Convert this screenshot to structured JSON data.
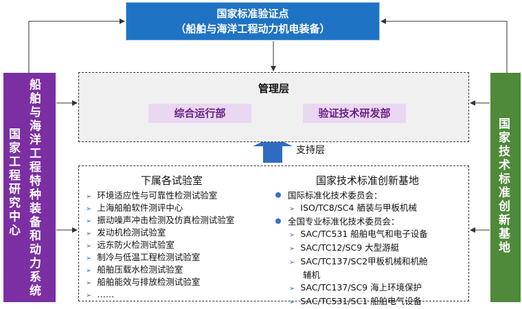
{
  "top_box": {
    "line1": "国家标准验证点",
    "line2": "（船舶与海洋工程动力机电装备）"
  },
  "left_bar": {
    "col1": [
      "国",
      "家",
      "工",
      "程",
      "研",
      "究",
      "中",
      "心"
    ],
    "col2": [
      "船",
      "舶",
      "与",
      "海",
      "洋",
      "工",
      "程",
      "特",
      "种",
      "装",
      "备",
      "和",
      "动",
      "力",
      "系",
      "统"
    ]
  },
  "right_bar": {
    "chars": [
      "国",
      "家",
      "技",
      "术",
      "标",
      "准",
      "创",
      "新",
      "基",
      "地"
    ]
  },
  "management": {
    "title": "管理层",
    "dept1": "综合运行部",
    "dept2": "验证技术研发部"
  },
  "support_label": "支持层",
  "labs": {
    "title": "下属各试验室",
    "items": [
      "环境适应性与可靠性检测试验室",
      "上海船舶软件测评中心",
      "振动噪声冲击检测及仿真检测试验室",
      "发动机检测试验室",
      "远东防火检测试验室",
      "制冷与低温工程检测试验室",
      "船舶压载水检测试验室",
      "船舶能效与排放检测试验室",
      "……"
    ]
  },
  "standards": {
    "title": "国家技术标准创新基地",
    "group1": {
      "label": "国际标准化技术委员会：",
      "items": [
        "ISO/TC8/SC4 舾装与甲板机械"
      ]
    },
    "group2": {
      "label": "全国专业标准化技术委员会：",
      "items": [
        "SAC/TC531 船舶电气和电子设备",
        "SAC/TC12/SC9 大型游艇",
        "SAC/TC137/SC2甲板机械和机舱",
        "辅机",
        "SAC/TC137/SC9 海上环境保护",
        "SAC/TC531/SC1 船舶电气设备"
      ]
    }
  },
  "colors": {
    "blue": "#1f73c4",
    "purple": "#7b2fa3",
    "green": "#4e8a3a",
    "tag_bg": "#ead7f2"
  }
}
